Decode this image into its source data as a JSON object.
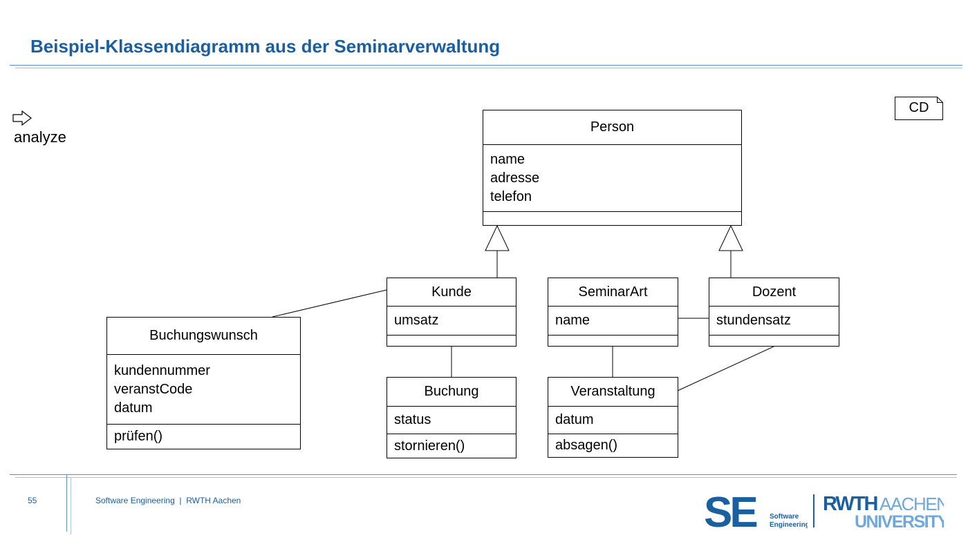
{
  "slide": {
    "title": "Beispiel-Klassendiagramm aus der Seminarverwaltung",
    "analyze_label": "analyze",
    "tag_label": "CD",
    "page_number": "55",
    "footer_text": "Software Engineering  |  RWTH Aachen"
  },
  "logos": {
    "se_mark": "SE",
    "se_line1": "Software",
    "se_line2": "Engineering",
    "rwth_word": "RWTH",
    "aachen_word": "AACHEN",
    "university_word": "UNIVERSITY"
  },
  "classes": {
    "person": {
      "name": "Person",
      "attributes": [
        "name",
        "adresse",
        "telefon"
      ],
      "operations": []
    },
    "kunde": {
      "name": "Kunde",
      "attributes": [
        "umsatz"
      ],
      "operations": []
    },
    "seminarart": {
      "name": "SeminarArt",
      "attributes": [
        "name"
      ],
      "operations": []
    },
    "dozent": {
      "name": "Dozent",
      "attributes": [
        "stundensatz"
      ],
      "operations": []
    },
    "buchungswunsch": {
      "name": "Buchungswunsch",
      "attributes": [
        "kundennummer",
        "veranstCode",
        "datum"
      ],
      "operations": [
        "prüfen()"
      ]
    },
    "buchung": {
      "name": "Buchung",
      "attributes": [
        "status"
      ],
      "operations": [
        "stornieren()"
      ]
    },
    "veranstaltung": {
      "name": "Veranstaltung",
      "attributes": [
        "datum"
      ],
      "operations": [
        "absagen()"
      ]
    }
  },
  "colors": {
    "title": "#1a5fa0",
    "logo_blue": "#1a5fa0",
    "logo_light_blue": "#6fa8dc"
  }
}
